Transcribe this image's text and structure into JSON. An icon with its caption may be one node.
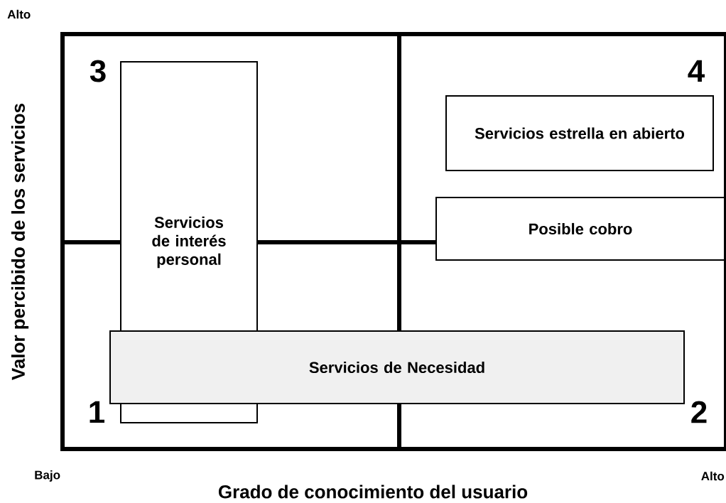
{
  "diagram": {
    "nodes": [
      {
        "text": [
          "Servicios de interés personal"
        ]
      },
      {
        "text": [
          "Servicios estrella en abierto"
        ]
      },
      {
        "text": [
          "Posible cobro"
        ]
      },
      {
        "text": [
          "Servicios de Necesidad"
        ]
      }
    ],
    "labels": [
      "Alto",
      "Valor percibido de los servicios",
      "3",
      "4",
      "1",
      "2",
      "Bajo",
      "Alto",
      "Grado de conocimiento del usuario"
    ]
  }
}
